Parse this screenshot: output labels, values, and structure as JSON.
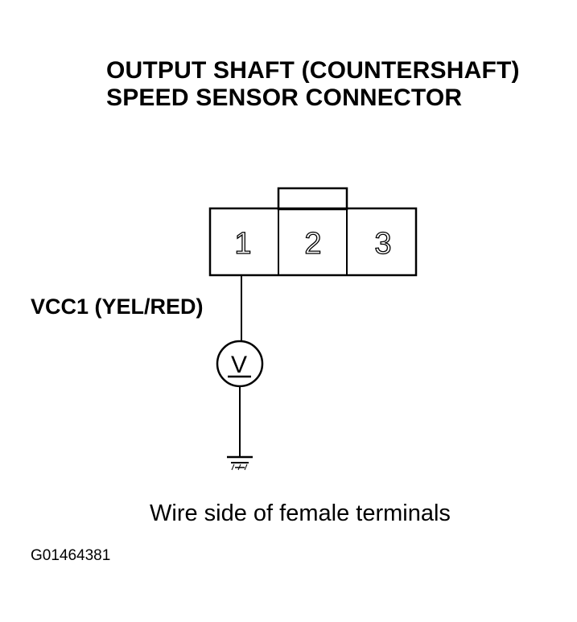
{
  "title": {
    "line1": "OUTPUT SHAFT (COUNTERSHAFT)",
    "line2": "SPEED SENSOR CONNECTOR"
  },
  "connector": {
    "pins": [
      "1",
      "2",
      "3"
    ]
  },
  "wire": {
    "label": "VCC1 (YEL/RED)"
  },
  "meter": {
    "symbol": "V"
  },
  "ground_icon": "ground-symbol-icon",
  "caption": "Wire side of female terminals",
  "figure_id": "G01464381"
}
